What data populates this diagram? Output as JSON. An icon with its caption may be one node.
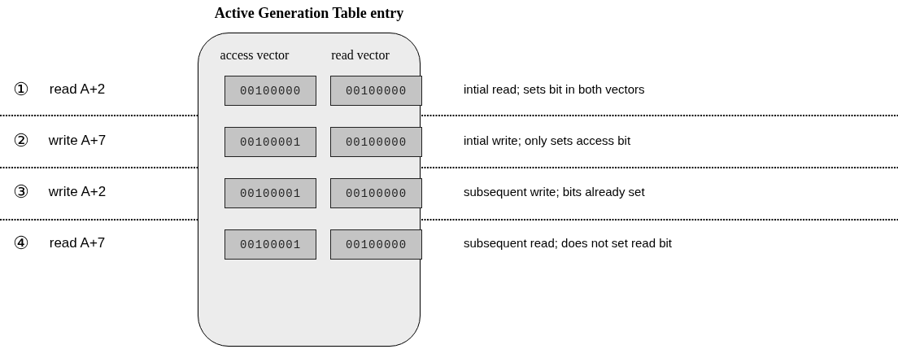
{
  "diagram": {
    "title": "Active Generation Table entry",
    "nodes": [
      {
        "text": [
          "access vector",
          "read vector"
        ]
      },
      {
        "text": [
          "00100000"
        ],
        "in": 0
      },
      {
        "text": [
          "00100000"
        ],
        "in": 0
      },
      {
        "text": [
          "00100001"
        ],
        "in": 0
      },
      {
        "text": [
          "00100000"
        ],
        "in": 0
      },
      {
        "text": [
          "00100001"
        ],
        "in": 0
      },
      {
        "text": [
          "00100000"
        ],
        "in": 0
      },
      {
        "text": [
          "00100001"
        ],
        "in": 0
      },
      {
        "text": [
          "00100000"
        ],
        "in": 0
      }
    ],
    "edges": [],
    "labels": [
      "①",
      "read A+2",
      "intial read; sets bit in both vectors",
      "②",
      "write A+7",
      "intial write; only sets access bit",
      "③",
      "write A+2",
      "subsequent write; bits already set",
      "④",
      "read A+7",
      "subsequent read; does not set read bit"
    ]
  }
}
